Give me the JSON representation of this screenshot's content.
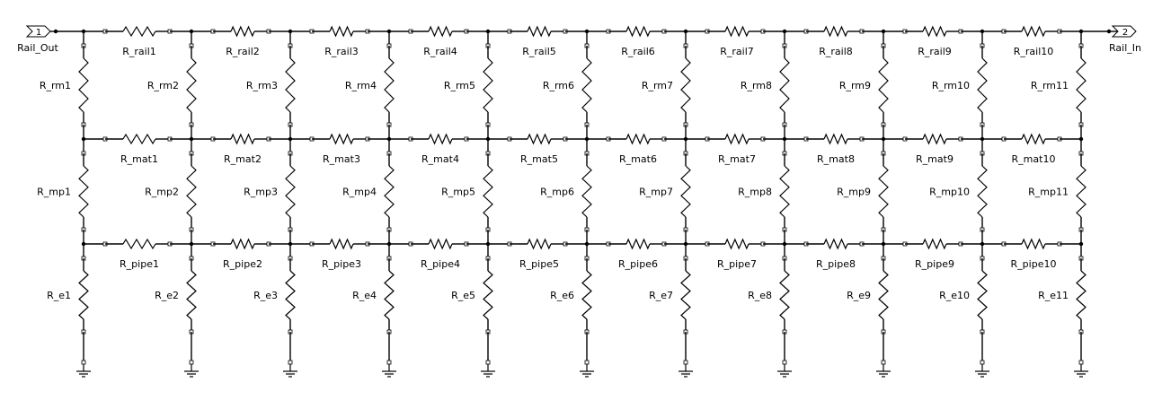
{
  "ports": {
    "left": {
      "number": "1",
      "label": "Rail_Out"
    },
    "right": {
      "number": "2",
      "label": "Rail_In"
    }
  },
  "rows": {
    "rail": [
      "R_rail1",
      "R_rail2",
      "R_rail3",
      "R_rail4",
      "R_rail5",
      "R_rail6",
      "R_rail7",
      "R_rail8",
      "R_rail9",
      "R_rail10"
    ],
    "mat": [
      "R_mat1",
      "R_mat2",
      "R_mat3",
      "R_mat4",
      "R_mat5",
      "R_mat6",
      "R_mat7",
      "R_mat8",
      "R_mat9",
      "R_mat10"
    ],
    "pipe": [
      "R_pipe1",
      "R_pipe2",
      "R_pipe3",
      "R_pipe4",
      "R_pipe5",
      "R_pipe6",
      "R_pipe7",
      "R_pipe8",
      "R_pipe9",
      "R_pipe10"
    ]
  },
  "columns": {
    "rm": [
      "R_rm1",
      "R_rm2",
      "R_rm3",
      "R_rm4",
      "R_rm5",
      "R_rm6",
      "R_rm7",
      "R_rm8",
      "R_rm9",
      "R_rm10",
      "R_rm11"
    ],
    "mp": [
      "R_mp1",
      "R_mp2",
      "R_mp3",
      "R_mp4",
      "R_mp5",
      "R_mp6",
      "R_mp7",
      "R_mp8",
      "R_mp9",
      "R_mp10",
      "R_mp11"
    ],
    "e": [
      "R_e1",
      "R_e2",
      "R_e3",
      "R_e4",
      "R_e5",
      "R_e6",
      "R_e7",
      "R_e8",
      "R_e9",
      "R_e10",
      "R_e11"
    ]
  }
}
